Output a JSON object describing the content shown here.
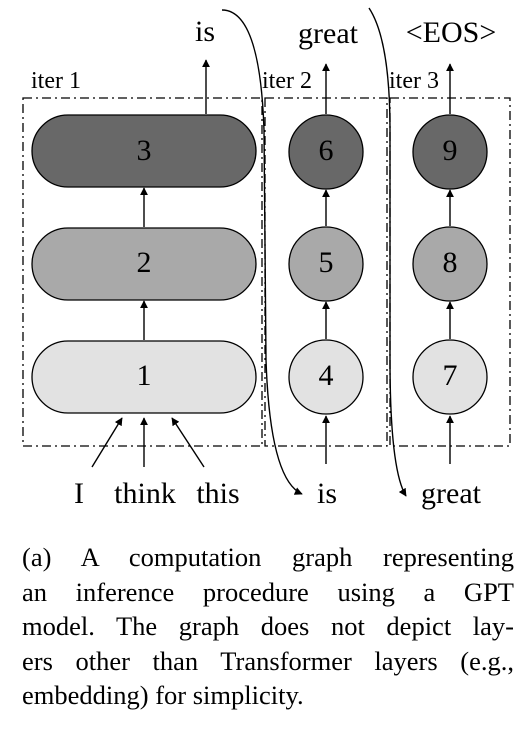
{
  "figure": {
    "iterations": [
      {
        "label": "iter 1",
        "inputs": [
          "I",
          "think",
          "this"
        ],
        "layers": [
          "1",
          "2",
          "3"
        ],
        "output": "is"
      },
      {
        "label": "iter 2",
        "inputs": [
          "is"
        ],
        "layers": [
          "4",
          "5",
          "6"
        ],
        "output": "great"
      },
      {
        "label": "iter 3",
        "inputs": [
          "great"
        ],
        "layers": [
          "7",
          "8",
          "9"
        ],
        "output": "<EOS>"
      }
    ],
    "layer_fill_colors": [
      "#e2e2e2",
      "#a9a9a9",
      "#686868"
    ],
    "caption_lines": [
      "(a) A computation graph representing",
      "an inference procedure using a GPT",
      "model. The graph does not depict lay-",
      "ers other than Transformer layers (e.g.,",
      "embedding) for simplicity."
    ]
  }
}
